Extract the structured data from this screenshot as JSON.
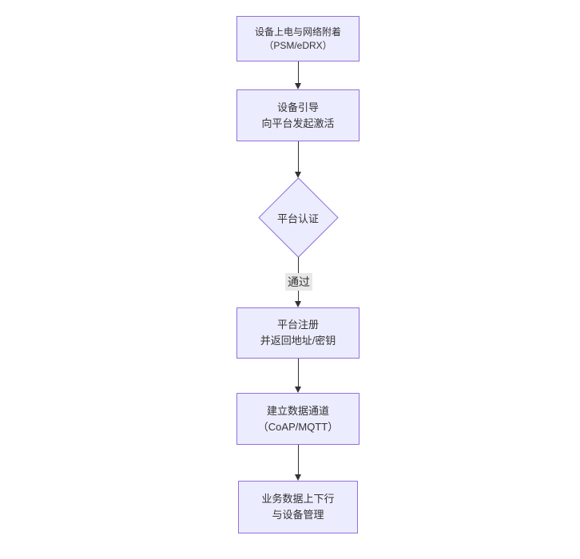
{
  "diagram": {
    "type": "flowchart",
    "direction": "top-down",
    "colors": {
      "node_fill": "#ECECFF",
      "node_border": "#9370DB",
      "text": "#333333",
      "edge": "#333333",
      "edge_label_bg": "#e8e8e8",
      "background": "#ffffff"
    },
    "nodes": [
      {
        "id": "power-attach",
        "shape": "rect",
        "lines": [
          "设备上电与网络附着",
          "（PSM/eDRX）"
        ]
      },
      {
        "id": "bootstrap",
        "shape": "rect",
        "lines": [
          "设备引导",
          "向平台发起激活"
        ]
      },
      {
        "id": "platform-auth",
        "shape": "diamond",
        "lines": [
          "平台认证"
        ]
      },
      {
        "id": "platform-register",
        "shape": "rect",
        "lines": [
          "平台注册",
          "并返回地址/密钥"
        ]
      },
      {
        "id": "data-channel",
        "shape": "rect",
        "lines": [
          "建立数据通道",
          "（CoAP/MQTT）"
        ]
      },
      {
        "id": "business-data",
        "shape": "rect",
        "lines": [
          "业务数据上下行",
          "与设备管理"
        ]
      }
    ],
    "edges": [
      {
        "from": "power-attach",
        "to": "bootstrap",
        "label": ""
      },
      {
        "from": "bootstrap",
        "to": "platform-auth",
        "label": ""
      },
      {
        "from": "platform-auth",
        "to": "platform-register",
        "label": "通过"
      },
      {
        "from": "platform-register",
        "to": "data-channel",
        "label": ""
      },
      {
        "from": "data-channel",
        "to": "business-data",
        "label": ""
      }
    ]
  }
}
